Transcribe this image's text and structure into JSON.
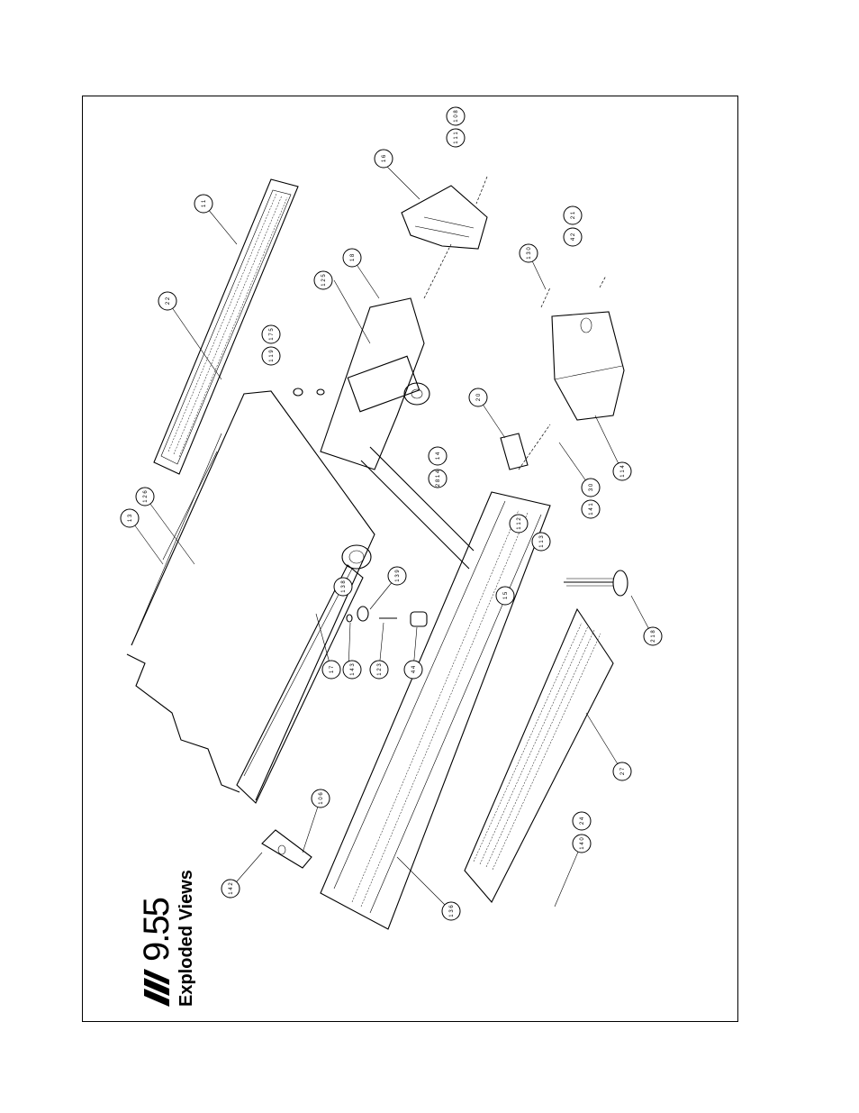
{
  "page": {
    "model_number": "9.55",
    "heading": "Exploded Views"
  },
  "callouts": [
    {
      "id": "c01",
      "label": "1 1"
    },
    {
      "id": "c02",
      "label": "2 2"
    },
    {
      "id": "c03",
      "label": "1 7 5"
    },
    {
      "id": "c04",
      "label": "1 1 9"
    },
    {
      "id": "c05",
      "label": "1 8"
    },
    {
      "id": "c06",
      "label": "1 2 5"
    },
    {
      "id": "c07",
      "label": "1 6"
    },
    {
      "id": "c08",
      "label": "1 0 8"
    },
    {
      "id": "c09",
      "label": "1 1 1"
    },
    {
      "id": "c10",
      "label": "2 1"
    },
    {
      "id": "c11",
      "label": "4 2"
    },
    {
      "id": "c12",
      "label": "1 3 0"
    },
    {
      "id": "c13",
      "label": "2 0"
    },
    {
      "id": "c14",
      "label": "1 4"
    },
    {
      "id": "c15",
      "label": "2 8 1 4"
    },
    {
      "id": "c16",
      "label": "1 1 4"
    },
    {
      "id": "c17",
      "label": "3 0"
    },
    {
      "id": "c18",
      "label": "1 4 1"
    },
    {
      "id": "c19",
      "label": "1 2 6"
    },
    {
      "id": "c20",
      "label": "1 3"
    },
    {
      "id": "c21",
      "label": "1 3 9"
    },
    {
      "id": "c22",
      "label": "2 1 8"
    },
    {
      "id": "c23",
      "label": "1 7"
    },
    {
      "id": "c24",
      "label": "1 4 3"
    },
    {
      "id": "c25",
      "label": "1 2 3"
    },
    {
      "id": "c26",
      "label": "4 4"
    },
    {
      "id": "c27",
      "label": "1 0 6"
    },
    {
      "id": "c28",
      "label": "1 4 2"
    },
    {
      "id": "c29",
      "label": "1 3 6"
    },
    {
      "id": "c30",
      "label": "2 4"
    },
    {
      "id": "c31",
      "label": "1 4 0"
    },
    {
      "id": "c32",
      "label": "2 7"
    },
    {
      "id": "c33",
      "label": "1 1 2"
    },
    {
      "id": "c34",
      "label": "1 1 3"
    },
    {
      "id": "c35",
      "label": "1 3 8"
    },
    {
      "id": "c36",
      "label": "1 5"
    }
  ]
}
